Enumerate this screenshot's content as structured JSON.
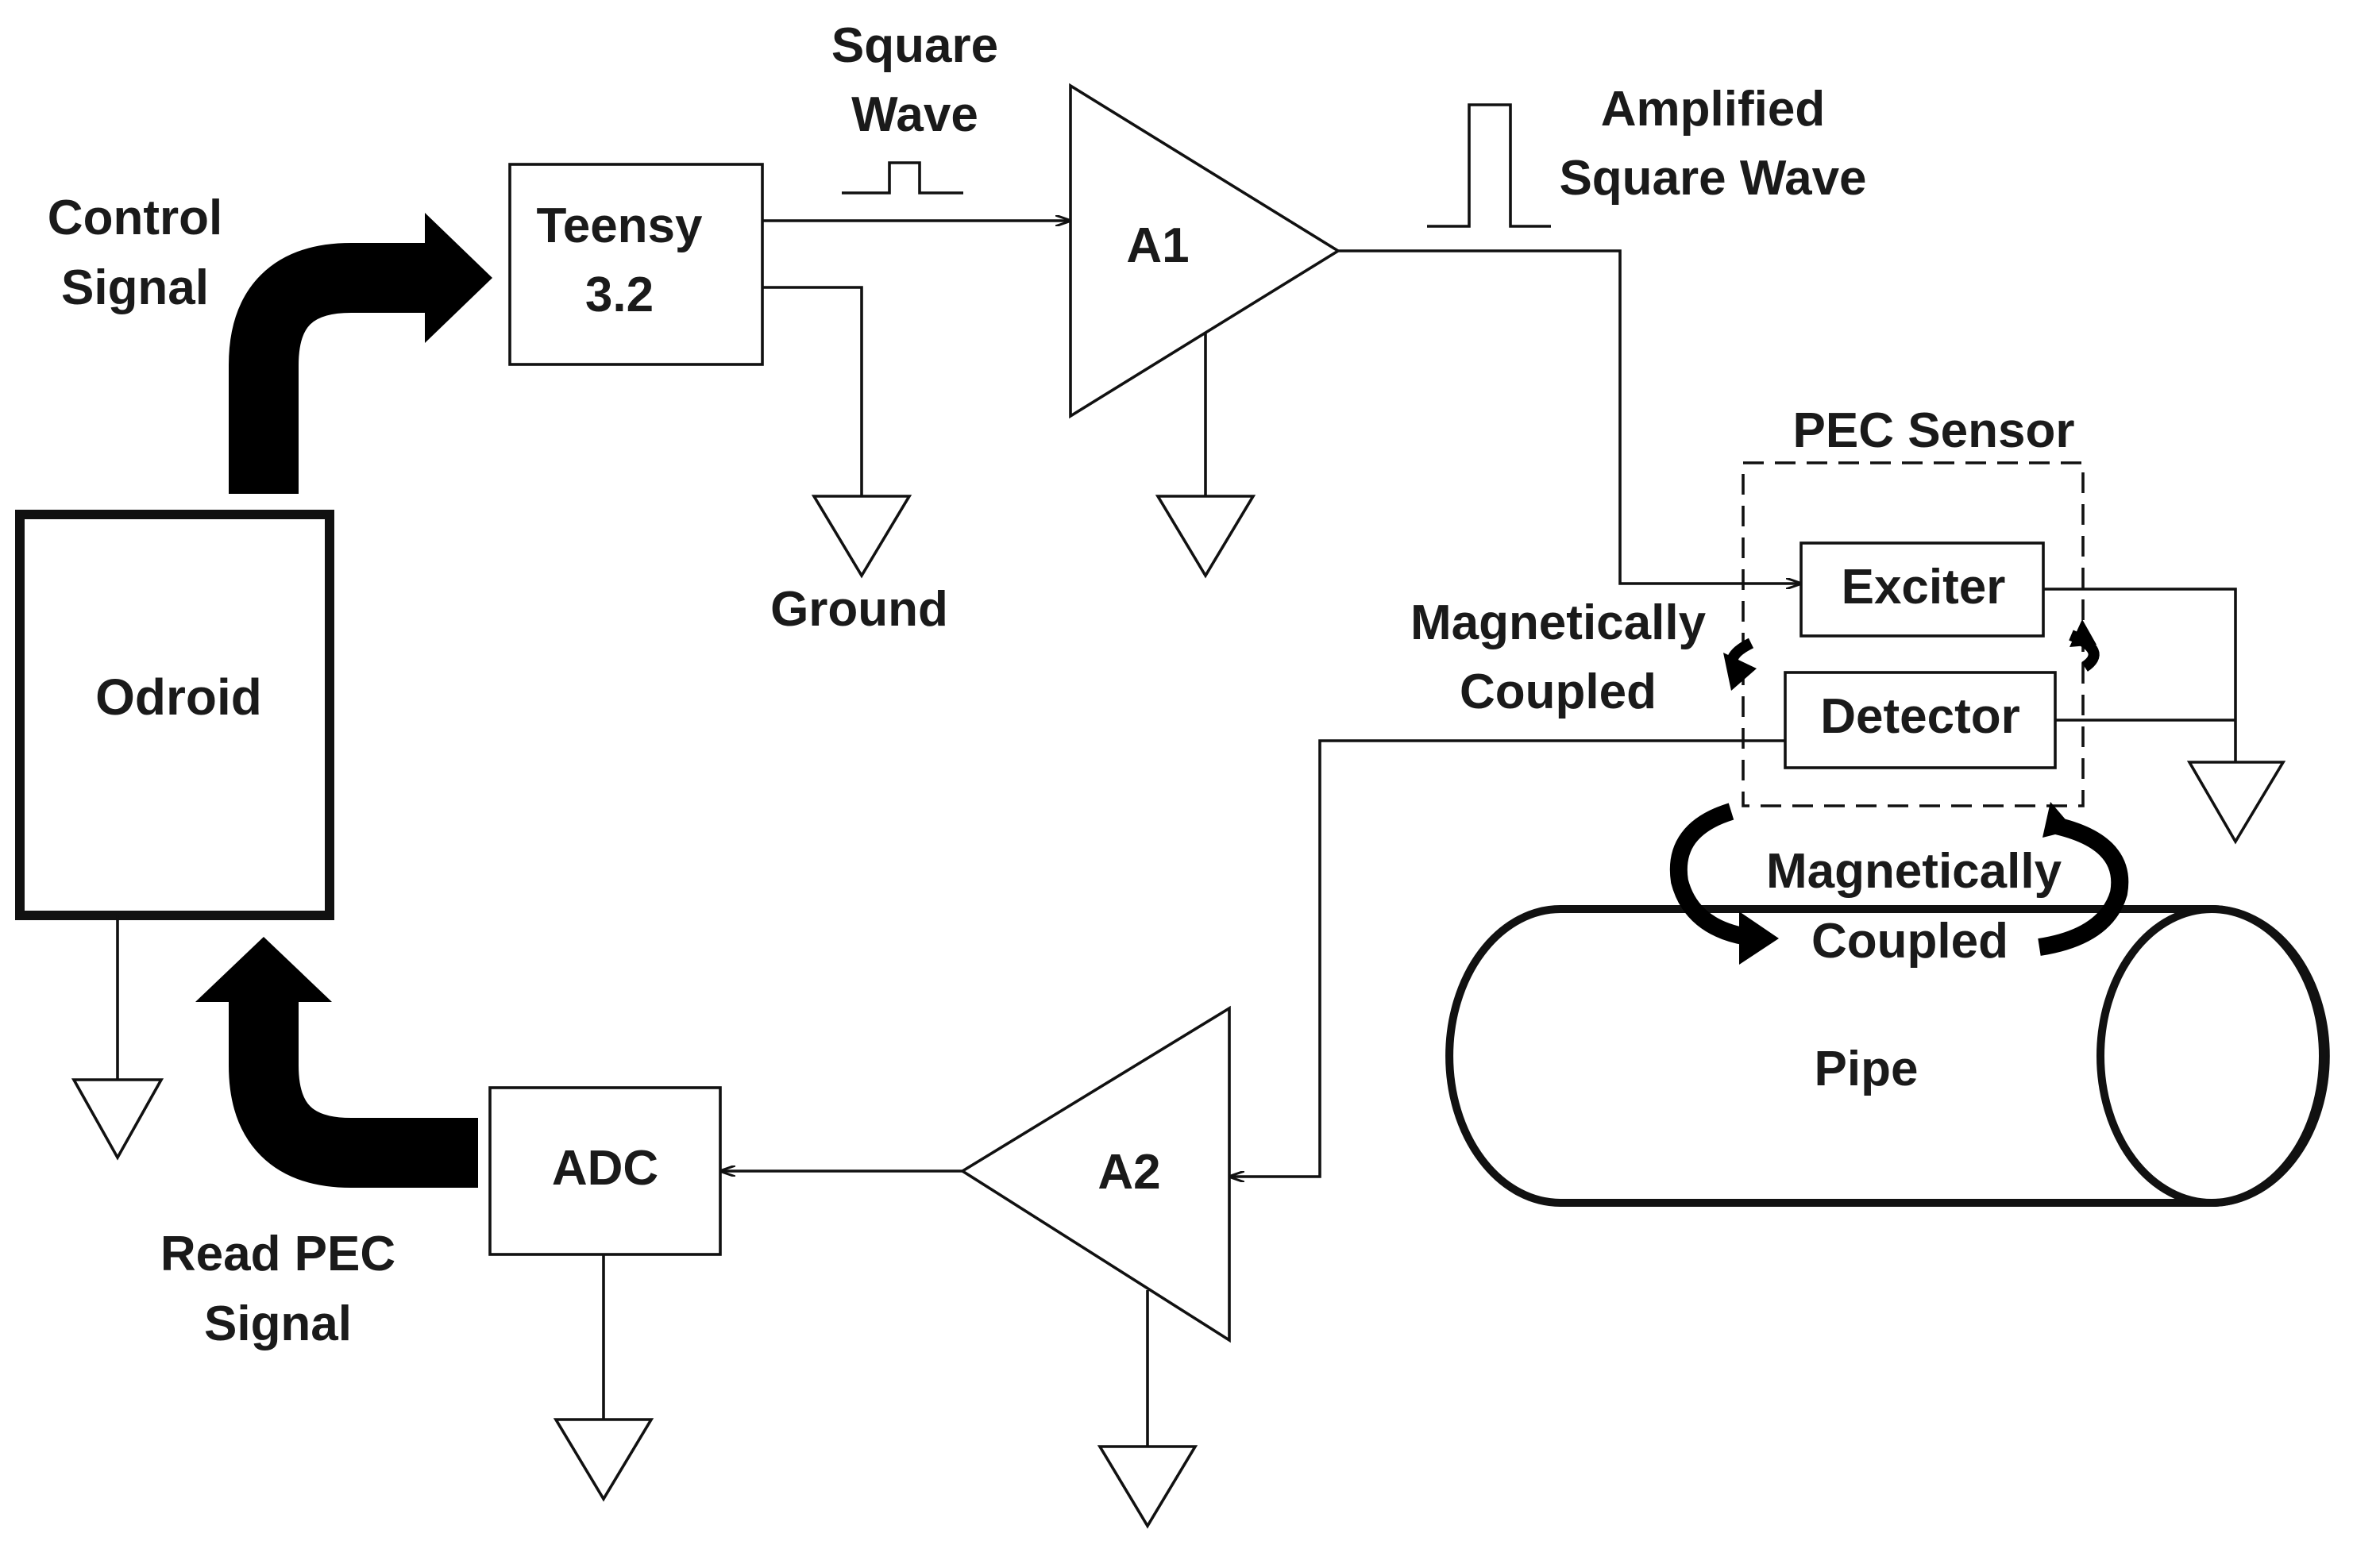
{
  "labels": {
    "control_signal_1": "Control",
    "control_signal_2": "Signal",
    "teensy_1": "Teensy",
    "teensy_2": "3.2",
    "square_wave_1": "Square",
    "square_wave_2": "Wave",
    "a1": "A1",
    "amplified_1": "Amplified",
    "amplified_2": "Square Wave",
    "ground": "Ground",
    "pec_sensor": "PEC Sensor",
    "exciter": "Exciter",
    "detector": "Detector",
    "mag_coupled_top_1": "Magnetically",
    "mag_coupled_top_2": "Coupled",
    "mag_coupled_pipe_1": "Magnetically",
    "mag_coupled_pipe_2": "Coupled",
    "pipe": "Pipe",
    "odroid": "Odroid",
    "adc": "ADC",
    "a2": "A2",
    "read_pec_1": "Read PEC",
    "read_pec_2": "Signal"
  }
}
